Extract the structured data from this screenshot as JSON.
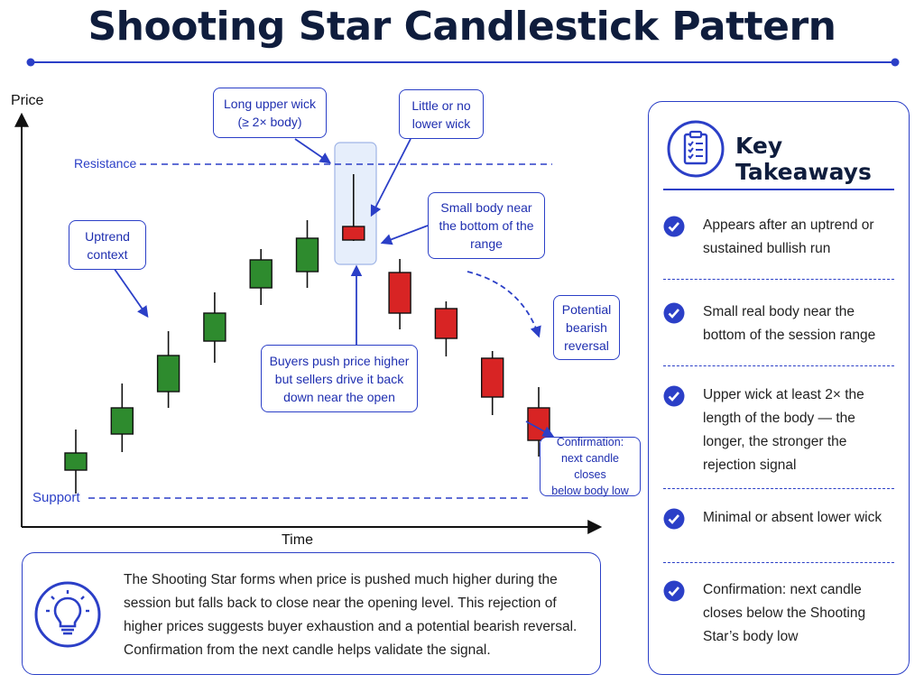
{
  "title": "Shooting Star Candlestick Pattern",
  "chart": {
    "y_axis_label": "Price",
    "x_axis_label": "Time",
    "resistance_label": "Resistance",
    "support_label": "Support",
    "colors": {
      "bull": "#2e8b2e",
      "bear": "#d82424",
      "accent": "#2b3fc7",
      "ink": "#111111",
      "highlight": "#e6eefb"
    },
    "candles": [
      {
        "name": "candle-1",
        "type": "bull",
        "high": 76,
        "open": 50,
        "close": 31,
        "low": 5
      },
      {
        "name": "candle-2",
        "type": "bull",
        "high": 127,
        "open": 100,
        "close": 71,
        "low": 51
      },
      {
        "name": "candle-3",
        "type": "bull",
        "high": 185,
        "open": 158,
        "close": 118,
        "low": 100
      },
      {
        "name": "candle-4",
        "type": "bull",
        "high": 228,
        "open": 205,
        "close": 174,
        "low": 150
      },
      {
        "name": "candle-5",
        "type": "bull",
        "high": 276,
        "open": 264,
        "close": 233,
        "low": 214
      },
      {
        "name": "candle-6",
        "type": "bull",
        "high": 308,
        "open": 288,
        "close": 251,
        "low": 233
      },
      {
        "name": "shooting-star-candle",
        "type": "bear",
        "high": 359,
        "open": 301,
        "close": 286,
        "low": 285
      },
      {
        "name": "candle-8",
        "type": "bear",
        "high": 265,
        "open": 250,
        "close": 205,
        "low": 187
      },
      {
        "name": "candle-9",
        "type": "bear",
        "high": 218,
        "open": 210,
        "close": 177,
        "low": 157
      },
      {
        "name": "candle-10",
        "type": "bear",
        "high": 163,
        "open": 155,
        "close": 112,
        "low": 92
      },
      {
        "name": "candle-11",
        "type": "bear",
        "high": 123,
        "open": 100,
        "close": 64,
        "low": 46
      }
    ],
    "resistance_level": 353,
    "support_level": 0
  },
  "callouts": {
    "long_upper_wick": [
      "Long upper wick",
      "(≥ 2× body)"
    ],
    "little_lower_wick": [
      "Little or no",
      "lower wick"
    ],
    "uptrend": [
      "Uptrend",
      "context"
    ],
    "small_body": [
      "Small body near",
      "the bottom of the",
      "range"
    ],
    "buyers_push": [
      "Buyers push price higher",
      "but sellers drive it back",
      "down near the open"
    ],
    "bearish_reversal": [
      "Potential",
      "bearish",
      "reversal"
    ],
    "confirmation": [
      "Confirmation:",
      "next candle closes",
      "below body low"
    ]
  },
  "description": "The Shooting Star forms when price is pushed much higher during the session but falls back to close near the opening level. This rejection of higher prices suggests buyer exhaustion and a potential bearish reversal. Confirmation from the next candle helps validate the signal.",
  "takeaways": {
    "title": "Key Takeaways",
    "icon": "clipboard-checklist-icon",
    "items": [
      {
        "text": "Appears after an uptrend or sustained bullish run"
      },
      {
        "text": "Small real body near the bottom of the session range"
      },
      {
        "text": "Upper wick at least 2× the length of the body — the longer, the stronger the rejection signal"
      },
      {
        "text": "Minimal or absent lower wick"
      },
      {
        "text": "Confirmation: next candle closes below the Shooting Star’s body low"
      }
    ]
  }
}
